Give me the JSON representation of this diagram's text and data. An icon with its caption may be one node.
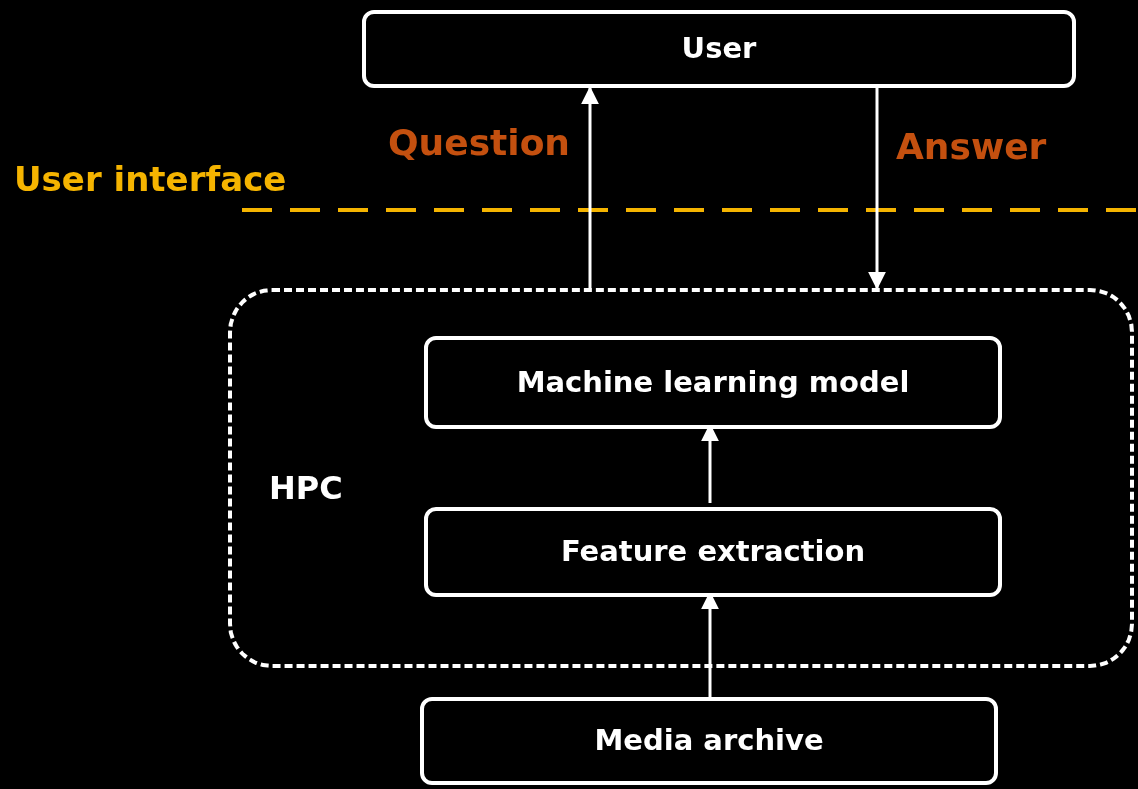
{
  "diagram": {
    "nodes": [
      {
        "text": [
          "User"
        ]
      },
      {
        "text": [
          "HPC"
        ]
      },
      {
        "text": [
          "Machine learning model"
        ],
        "in": 1
      },
      {
        "text": [
          "Feature extraction"
        ],
        "in": 1
      },
      {
        "text": [
          "Media archive"
        ]
      }
    ],
    "edges": [
      {
        "from": 1,
        "to": 0,
        "arrow": "to",
        "label": "Question"
      },
      {
        "from": 0,
        "to": 1,
        "arrow": "to",
        "label": "Answer"
      },
      {
        "from": 3,
        "to": 2,
        "arrow": "to"
      },
      {
        "from": 4,
        "to": 3,
        "arrow": "to"
      }
    ],
    "labels": [
      "User interface"
    ]
  }
}
